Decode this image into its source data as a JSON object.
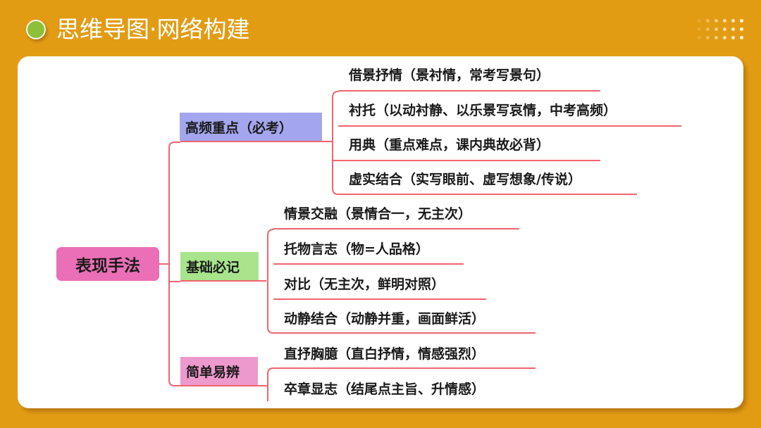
{
  "header": {
    "title": "思维导图·网络构建",
    "bullet_color": "#8DC03A",
    "background_color": "#E29C14",
    "decoration": "dot-grid-icon"
  },
  "mindmap": {
    "line_color": "#F0646E",
    "root": {
      "label": "表现手法",
      "color": "#EA6FB6"
    },
    "branches": [
      {
        "label": "高频重点（必考）",
        "color": "#A3A6EE",
        "leaves": [
          "借景抒情（景衬情，常考写景句）",
          "衬托（以动衬静、以乐景写哀情，中考高频）",
          "用典（重点难点，课内典故必背）",
          "虚实结合（实写眼前、虚写想象/传说）"
        ]
      },
      {
        "label": "基础必记",
        "color": "#A8E48C",
        "leaves": [
          "情景交融（景情合一，无主次）",
          "托物言志（物=人品格）",
          "对比（无主次，鲜明对照）",
          "动静结合（动静并重，画面鲜活）"
        ]
      },
      {
        "label": "简单易辨",
        "color": "#EE99CD",
        "leaves": [
          "直抒胸臆（直白抒情，情感强烈）",
          "卒章显志（结尾点主旨、升情感）"
        ]
      }
    ]
  }
}
